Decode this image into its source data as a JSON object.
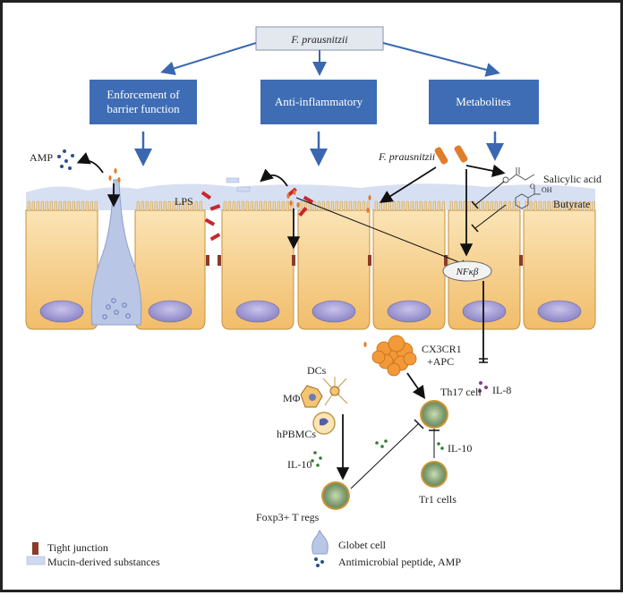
{
  "top_box": "F. prausnitzii",
  "boxes": [
    "Enforcement of",
    "barrier function",
    "Anti-inflammatory",
    "Metabolites"
  ],
  "labels": {
    "amp": "AMP",
    "lps": "LPS",
    "f_prau": "F. prausnitzii",
    "salicylic": "Salicylic acid",
    "butyrate": "Butyrate",
    "nfkb": "NFκβ",
    "cx3cr1": "CX3CR1",
    "apc": "+APC",
    "dcs": "DCs",
    "mphi": "MΦ",
    "hpbmcs": "hPBMCs",
    "il10_left": "IL-10",
    "il10_right": "IL-10",
    "th17": "Th17 cell",
    "il8": "IL-8",
    "foxp3": "Foxp3+ T regs",
    "tr1": "Tr1 cells",
    "oh": "OH",
    "o": "O"
  },
  "legend": {
    "tight_junction": "Tight junction",
    "mucin": "Mucin-derived substances",
    "goblet": "Globet cell",
    "amp": "Antimicrobial peptide, AMP"
  },
  "colors": {
    "box_blue": "#3e6db5",
    "arrow_blue": "#3a67b0",
    "cell_fill": "#f4c77d",
    "nucleus": "#9b94cf",
    "goblet": "#b9c6e6",
    "tcell": "#f09a2b",
    "junction": "#8a3b2a",
    "lps": "#c8262b"
  }
}
